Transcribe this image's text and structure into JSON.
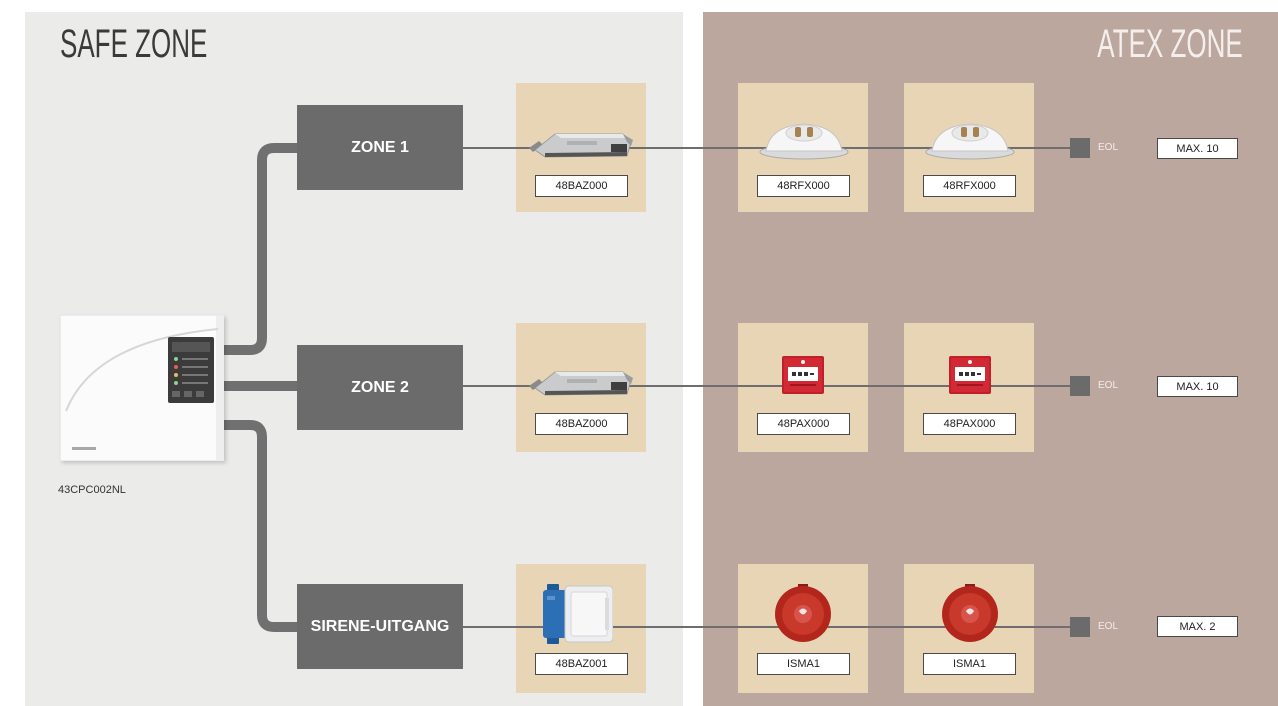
{
  "zones": {
    "safe": {
      "title": "SAFE ZONE"
    },
    "atex": {
      "title": "ATEX ZONE"
    }
  },
  "controller": {
    "label": "43CPC002NL",
    "icon": "fire-alarm-control-panel"
  },
  "circuits": [
    {
      "name": "ZONE 1",
      "interface": {
        "label": "48BAZ000",
        "icon": "barrier-interface-module"
      },
      "devices": [
        {
          "label": "48RFX000",
          "icon": "smoke-detector"
        },
        {
          "label": "48RFX000",
          "icon": "smoke-detector"
        }
      ],
      "end_of_line": "EOL",
      "max": "MAX. 10"
    },
    {
      "name": "ZONE 2",
      "interface": {
        "label": "48BAZ000",
        "icon": "barrier-interface-module"
      },
      "devices": [
        {
          "label": "48PAX000",
          "icon": "manual-call-point"
        },
        {
          "label": "48PAX000",
          "icon": "manual-call-point"
        }
      ],
      "end_of_line": "EOL",
      "max": "MAX. 10"
    },
    {
      "name": "SIRENE-UITGANG",
      "interface": {
        "label": "48BAZ001",
        "icon": "sounder-interface-module"
      },
      "devices": [
        {
          "label": "ISMA1",
          "icon": "siren"
        },
        {
          "label": "ISMA1",
          "icon": "siren"
        }
      ],
      "end_of_line": "EOL",
      "max": "MAX. 2"
    }
  ],
  "colors": {
    "safe_zone": "#ebebea",
    "atex_zone": "#bca79f",
    "device_tile": "#e8d5b5",
    "zone_box": "#6b6b6b",
    "line": "#6e6e6e"
  }
}
